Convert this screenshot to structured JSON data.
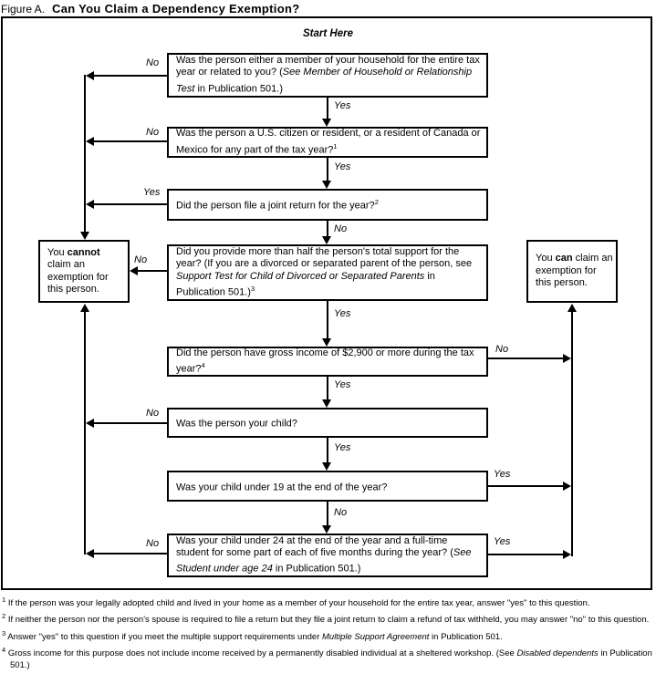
{
  "title": {
    "prefix": "Figure A.",
    "main": "Can You Claim a Dependency Exemption?"
  },
  "start_here": "Start Here",
  "questions": [
    {
      "pre": "Was the person either a member of your household for the entire tax year or related to you? (",
      "italic": "See Member of Household or Relationship Test",
      "post": " in Publication 501.)"
    },
    {
      "pre": "Was the person a U.S. citizen or resident, or a resident of Canada or Mexico for any part of the tax year?",
      "sup": "1"
    },
    {
      "pre": "Did the person file a joint return for the year?",
      "sup": "2"
    },
    {
      "pre": "Did you provide more than half the person's total support for the year? (If you are a divorced or separated parent of the person, see ",
      "italic": "Support Test for Child of Divorced or Separated Parents",
      "post": " in Publication 501.)",
      "sup": "3"
    },
    {
      "pre": "Did the person have gross income of $2,900 or more during the tax year?",
      "sup": "4"
    },
    {
      "pre": "Was the person your child?"
    },
    {
      "pre": "Was your child under 19 at the end of the year?"
    },
    {
      "pre": "Was your child under 24 at the end of the year and a full-time student for some part of each of five months during the year? (",
      "italic": "See Student under age 24",
      "post": " in Publication 501.)"
    }
  ],
  "results": {
    "cannot": {
      "pre": "You ",
      "bold": "cannot",
      "post": " claim an exemption for this person."
    },
    "can": {
      "pre": "You ",
      "bold": "can",
      "post": " claim an exemption for this person."
    }
  },
  "labels": {
    "q1_no": "No",
    "q1_yes": "Yes",
    "q2_no": "No",
    "q2_yes": "Yes",
    "q3_yes": "Yes",
    "q3_no": "No",
    "q4_no": "No",
    "q4_yes": "Yes",
    "q5_no": "No",
    "q5_yes": "Yes",
    "q6_no": "No",
    "q6_yes": "Yes",
    "q7_yes": "Yes",
    "q7_no": "No",
    "q8_no": "No",
    "q8_yes": "Yes"
  },
  "footnotes": [
    {
      "sup": "1",
      "pre": "If the person was your legally adopted child and lived in your home as a member of your household for the entire tax year, answer \"yes\" to this question."
    },
    {
      "sup": "2",
      "pre": "If neither the person nor the person's spouse is required to file a return but they file a joint return to claim a refund of tax withheld, you may answer \"no\" to this question."
    },
    {
      "sup": "3",
      "pre": "Answer \"yes\" to this question if you meet the multiple support requirements under ",
      "italic": "Multiple Support Agreement",
      "post": " in Publication 501."
    },
    {
      "sup": "4",
      "pre": "Gross income for this purpose does not include income received by a permanently disabled individual at a sheltered workshop. (See ",
      "italic": "Disabled dependents",
      "post": " in Publication 501.)"
    }
  ]
}
